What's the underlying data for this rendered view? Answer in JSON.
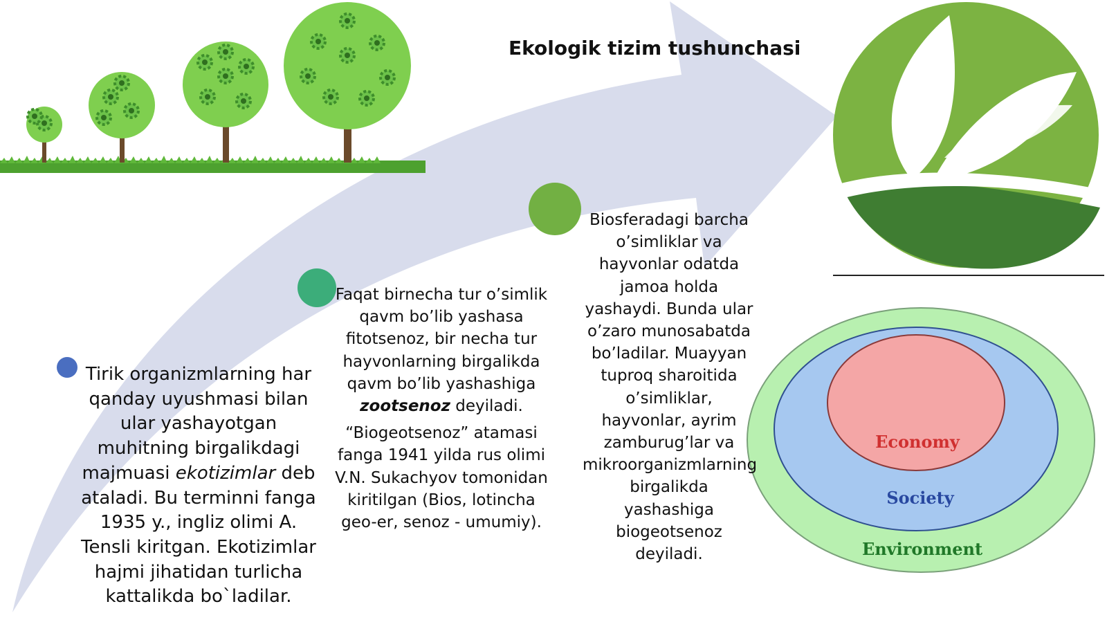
{
  "slide": {
    "title": "Ekologik tizim tushunchasi",
    "block1": {
      "before": "Tirik organizmlarning har qanday uyushmasi bilan ular yashayotgan muhitning birgalikdagi majmuasi ",
      "emphasis": "ekotizimlar",
      "after": " deb ataladi. Bu terminni fanga 1935 y., ingliz olimi A. Tensli kiritgan. Ekotizimlar hajmi jihatidan turlicha kattalikda bo`ladilar."
    },
    "block2": {
      "p1_before": "Faqat birnecha tur o’simlik qavm bo’lib yashasa fitotsenoz, bir necha tur hayvonlarning birgalikda qavm bo’lib yashashiga ",
      "p1_emphasis": "zootsenoz",
      "p1_after": " deyiladi.",
      "p2": "“Biogeotsenoz” atamasi fanga 1941 yilda rus olimi V.N. Sukachyov tomonidan kiritilgan (Bios, lotincha geo-er, senoz - umumiy)."
    },
    "block3": "Biosferadagi barcha o’simliklar va hayvonlar odatda jamoa holda yashaydi. Bunda ular o’zaro munosabatda bo’ladilar. Muayyan tuproq sharoitida o’simliklar, hayvonlar, ayrim zamburug’lar va mikroorganizmlarning birgalikda yashashiga biogeotsenoz deyiladi."
  },
  "diagram": {
    "inner_label": "Economy",
    "middle_label": "Society",
    "outer_label": "Environment"
  },
  "colors": {
    "arrow": "#d8dcec",
    "dot_blue": "#4a6ec0",
    "dot_teal": "#3cad7a",
    "dot_green": "#72b043",
    "logo_green": "#7cb342",
    "logo_dark_green": "#3f7d32",
    "economy_fill": "#f4a6a6",
    "society_fill": "#a6c8f0",
    "environment_fill": "#b8f0b0",
    "economy_text": "#d03030",
    "society_text": "#2848a0",
    "environment_text": "#207828"
  },
  "icons": {
    "trees": "gear-trees-illustration",
    "logo": "leaf-logo"
  }
}
